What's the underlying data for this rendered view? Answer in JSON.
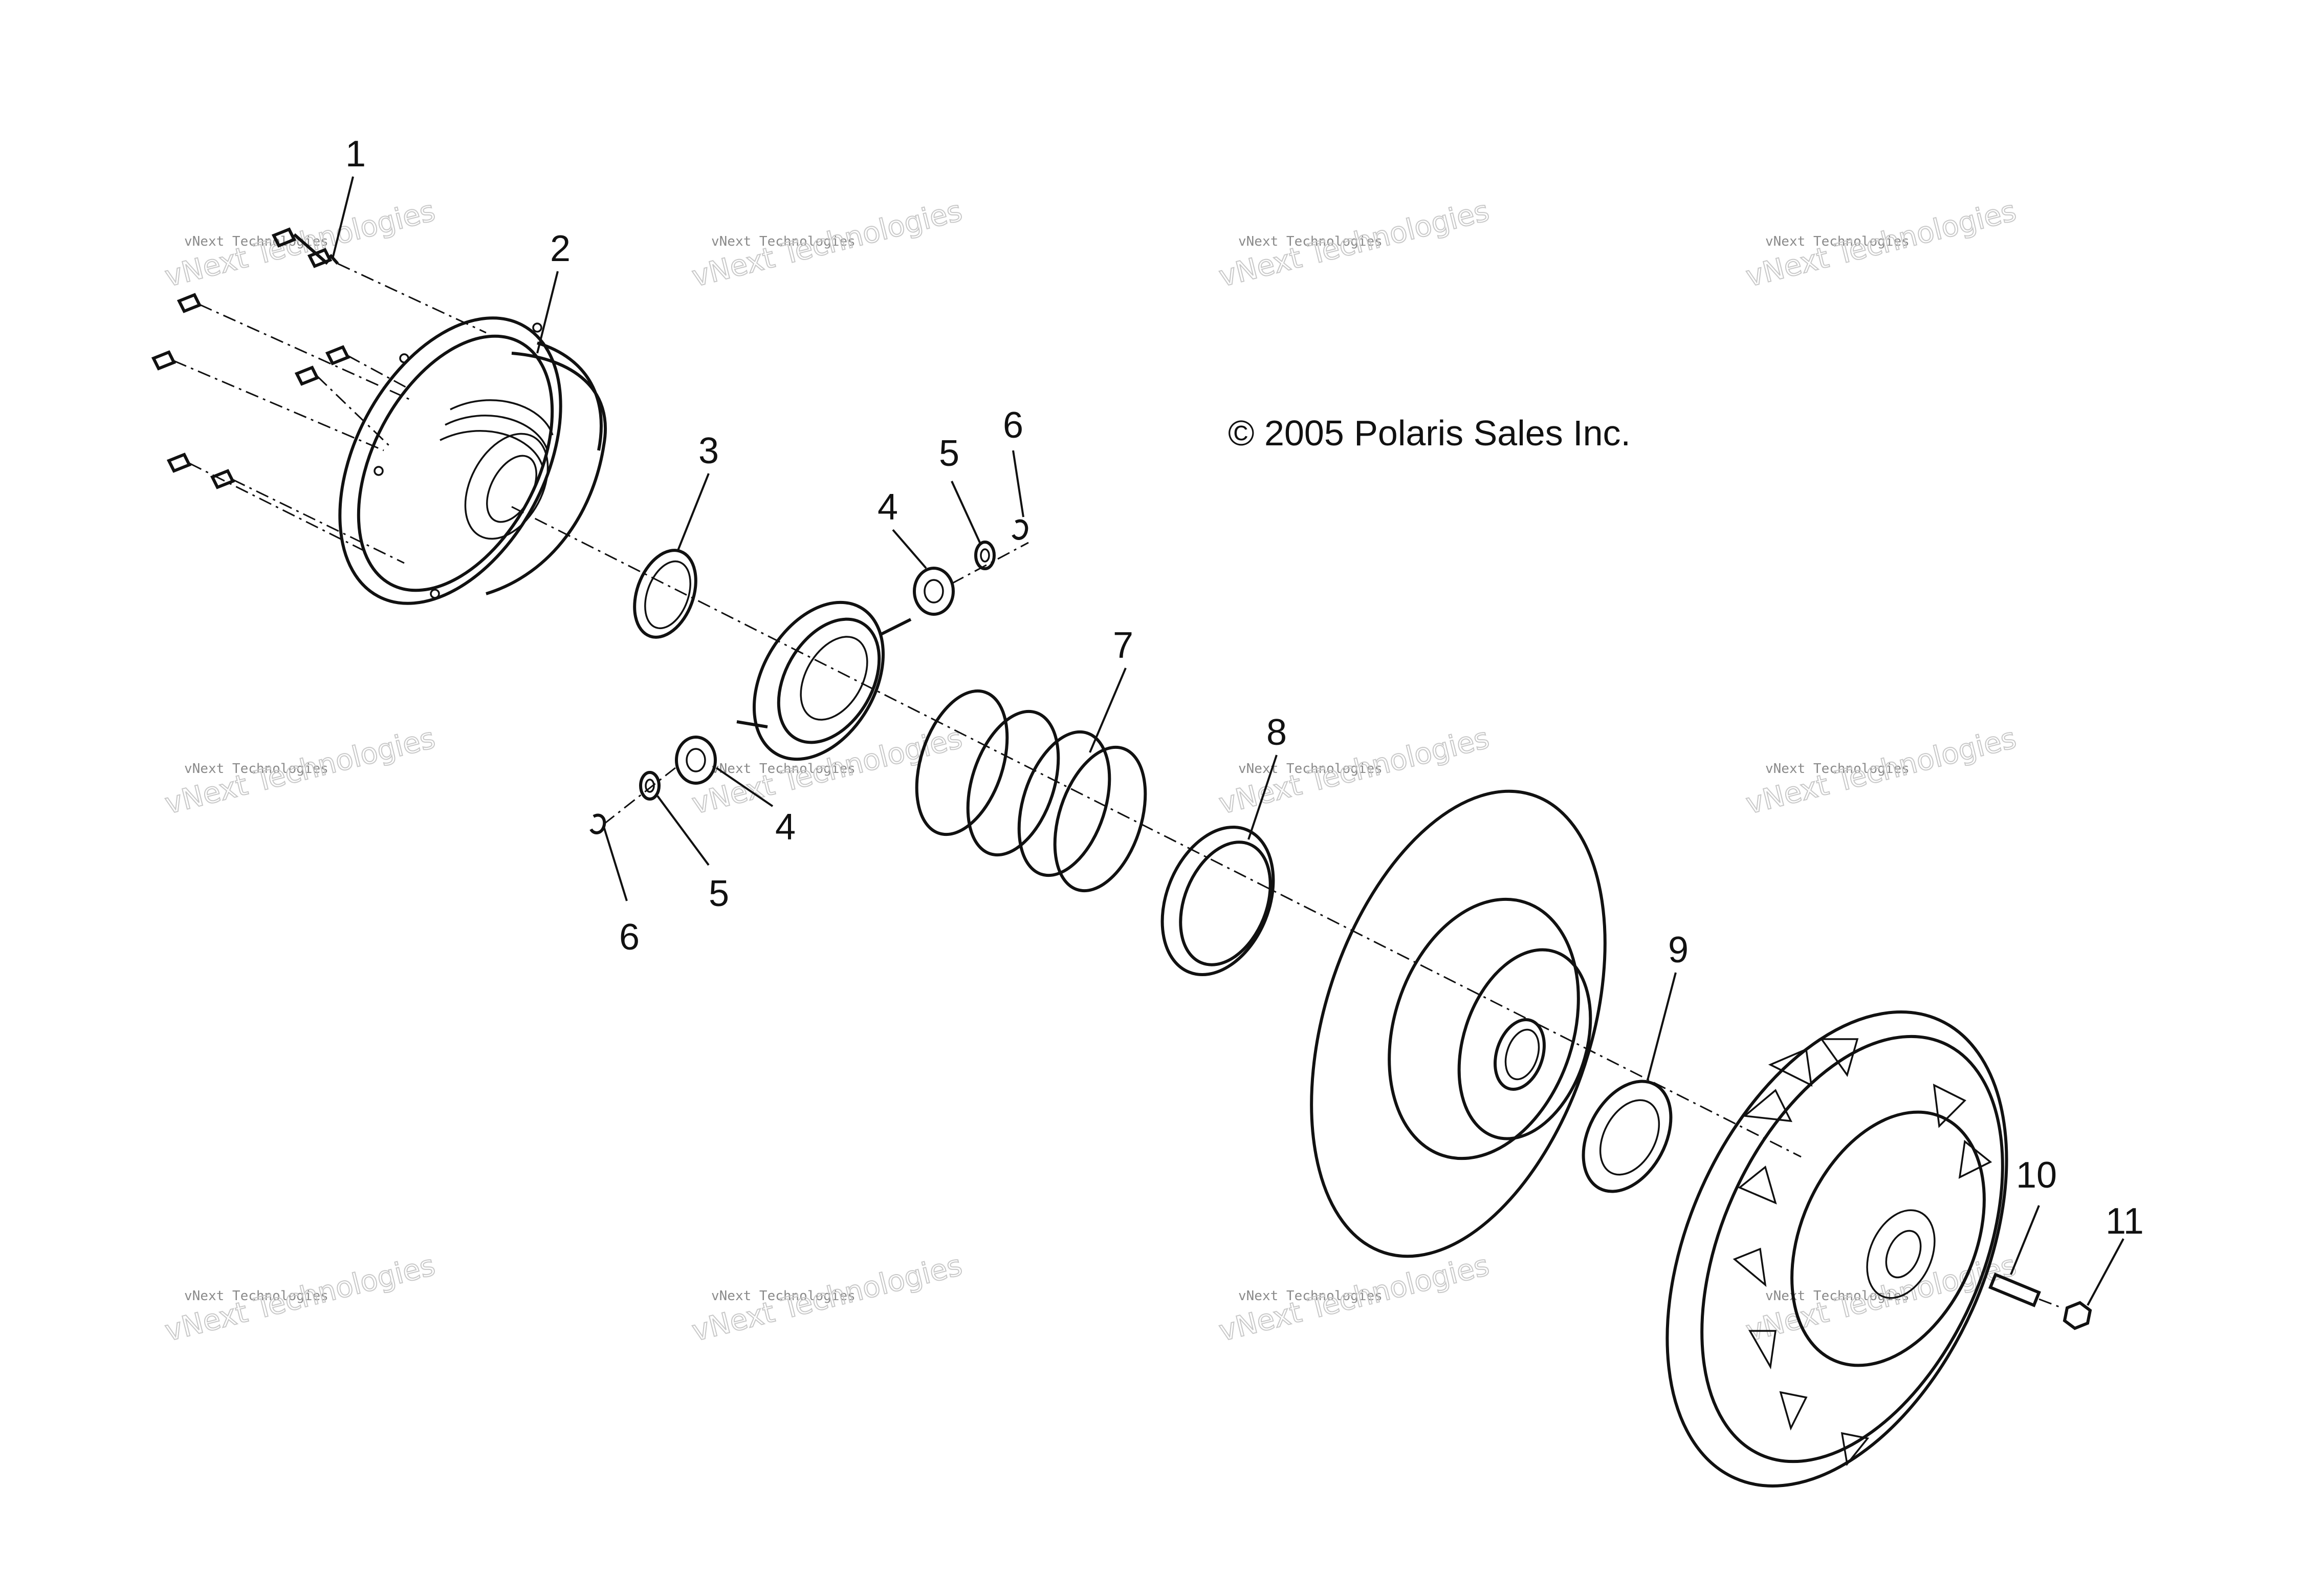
{
  "copyright": "© 2005 Polaris Sales Inc.",
  "watermark": {
    "line1": "vNext Technologies",
    "line2": "vNext Technologies"
  },
  "callouts": [
    "1",
    "2",
    "3",
    "4",
    "5",
    "6",
    "4",
    "5",
    "6",
    "7",
    "8",
    "9",
    "10",
    "11"
  ],
  "colors": {
    "line": "#111111",
    "background": "#ffffff",
    "watermark": "#8a8a8a"
  }
}
